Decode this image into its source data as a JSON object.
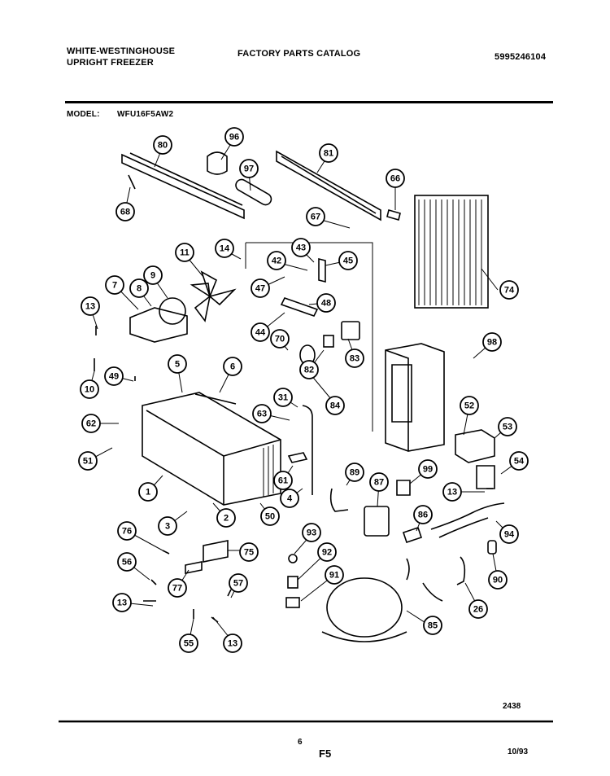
{
  "header": {
    "brand_line1": "WHITE-WESTINGHOUSE",
    "brand_line2": "UPRIGHT FREEZER",
    "catalog_title": "FACTORY PARTS CATALOG",
    "catalog_number": "5995246104",
    "model_label": "MODEL:",
    "model_value": "WFU16F5AW2"
  },
  "callouts": [
    {
      "id": "c80",
      "label": "80"
    },
    {
      "id": "c96",
      "label": "96"
    },
    {
      "id": "c97",
      "label": "97"
    },
    {
      "id": "c81",
      "label": "81"
    },
    {
      "id": "c66",
      "label": "66"
    },
    {
      "id": "c68",
      "label": "68"
    },
    {
      "id": "c67",
      "label": "67"
    },
    {
      "id": "c74",
      "label": "74"
    },
    {
      "id": "c14",
      "label": "14"
    },
    {
      "id": "c43",
      "label": "43"
    },
    {
      "id": "c42",
      "label": "42"
    },
    {
      "id": "c45",
      "label": "45"
    },
    {
      "id": "c11",
      "label": "11"
    },
    {
      "id": "c7",
      "label": "7"
    },
    {
      "id": "c8",
      "label": "8"
    },
    {
      "id": "c9",
      "label": "9"
    },
    {
      "id": "c47",
      "label": "47"
    },
    {
      "id": "c13a",
      "label": "13"
    },
    {
      "id": "c48",
      "label": "48"
    },
    {
      "id": "c44",
      "label": "44"
    },
    {
      "id": "c70",
      "label": "70"
    },
    {
      "id": "c83",
      "label": "83"
    },
    {
      "id": "c98",
      "label": "98"
    },
    {
      "id": "c82",
      "label": "82"
    },
    {
      "id": "c5",
      "label": "5"
    },
    {
      "id": "c6",
      "label": "6"
    },
    {
      "id": "c49",
      "label": "49"
    },
    {
      "id": "c10",
      "label": "10"
    },
    {
      "id": "c84",
      "label": "84"
    },
    {
      "id": "c31",
      "label": "31"
    },
    {
      "id": "c63",
      "label": "63"
    },
    {
      "id": "c52",
      "label": "52"
    },
    {
      "id": "c62",
      "label": "62"
    },
    {
      "id": "c53",
      "label": "53"
    },
    {
      "id": "c51",
      "label": "51"
    },
    {
      "id": "c61",
      "label": "61"
    },
    {
      "id": "c54",
      "label": "54"
    },
    {
      "id": "c89",
      "label": "89"
    },
    {
      "id": "c99",
      "label": "99"
    },
    {
      "id": "c1",
      "label": "1"
    },
    {
      "id": "c4",
      "label": "4"
    },
    {
      "id": "c87",
      "label": "87"
    },
    {
      "id": "c13b",
      "label": "13"
    },
    {
      "id": "c50",
      "label": "50"
    },
    {
      "id": "c3",
      "label": "3"
    },
    {
      "id": "c2",
      "label": "2"
    },
    {
      "id": "c86",
      "label": "86"
    },
    {
      "id": "c94",
      "label": "94"
    },
    {
      "id": "c76",
      "label": "76"
    },
    {
      "id": "c93",
      "label": "93"
    },
    {
      "id": "c75",
      "label": "75"
    },
    {
      "id": "c56",
      "label": "56"
    },
    {
      "id": "c92",
      "label": "92"
    },
    {
      "id": "c90",
      "label": "90"
    },
    {
      "id": "c77",
      "label": "77"
    },
    {
      "id": "c91",
      "label": "91"
    },
    {
      "id": "c57",
      "label": "57"
    },
    {
      "id": "c26",
      "label": "26"
    },
    {
      "id": "c13c",
      "label": "13"
    },
    {
      "id": "c85",
      "label": "85"
    },
    {
      "id": "c55",
      "label": "55"
    },
    {
      "id": "c13d",
      "label": "13"
    }
  ],
  "footer": {
    "drawing_number": "2438",
    "page_number": "6",
    "section_code": "F5",
    "date_code": "10/93"
  }
}
